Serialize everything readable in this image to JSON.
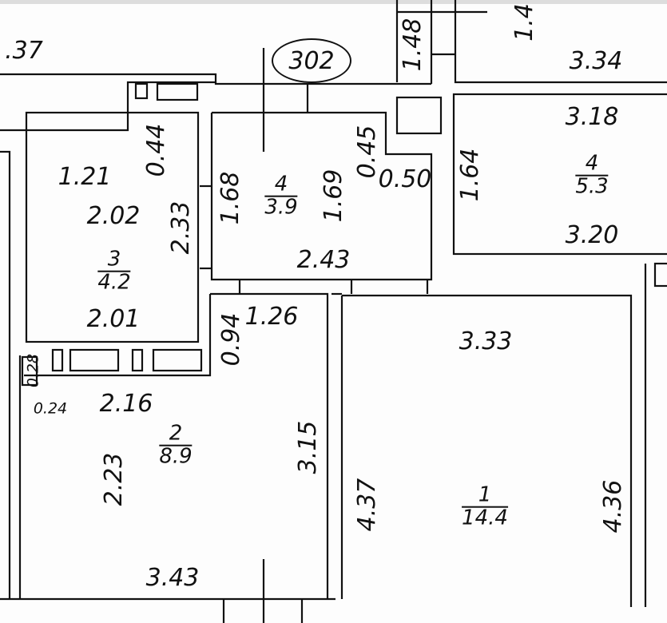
{
  "apartment_number": "302",
  "rooms": [
    {
      "id": "room-1",
      "number": "1",
      "area": "14.4"
    },
    {
      "id": "room-2",
      "number": "2",
      "area": "8.9"
    },
    {
      "id": "room-3",
      "number": "3",
      "area": "4.2"
    },
    {
      "id": "room-4-bath",
      "number": "4",
      "area": "3.9"
    },
    {
      "id": "room-4-right",
      "number": "4",
      "area": "5.3"
    }
  ],
  "dimensions": {
    "top_left_partial": ".37",
    "d_1_48": "1.48",
    "top_right_partial": "1.4",
    "d_3_34": "3.34",
    "d_3_18": "3.18",
    "d_1_64": "1.64",
    "d_3_20": "3.20",
    "d_0_44": "0.44",
    "d_1_21": "1.21",
    "d_2_02": "2.02",
    "d_2_33": "2.33",
    "d_2_01": "2.01",
    "d_1_68": "1.68",
    "d_1_69": "1.69",
    "d_0_45": "0.45",
    "d_0_50": "0.50",
    "d_2_43": "2.43",
    "d_0_94": "0.94",
    "d_1_26": "1.26",
    "d_3_33": "3.33",
    "d_0_28": "0.28",
    "d_0_24": "0.24",
    "d_2_16": "2.16",
    "d_2_23": "2.23",
    "d_3_15": "3.15",
    "d_4_37": "4.37",
    "d_4_36": "4.36",
    "d_3_43": "3.43"
  }
}
